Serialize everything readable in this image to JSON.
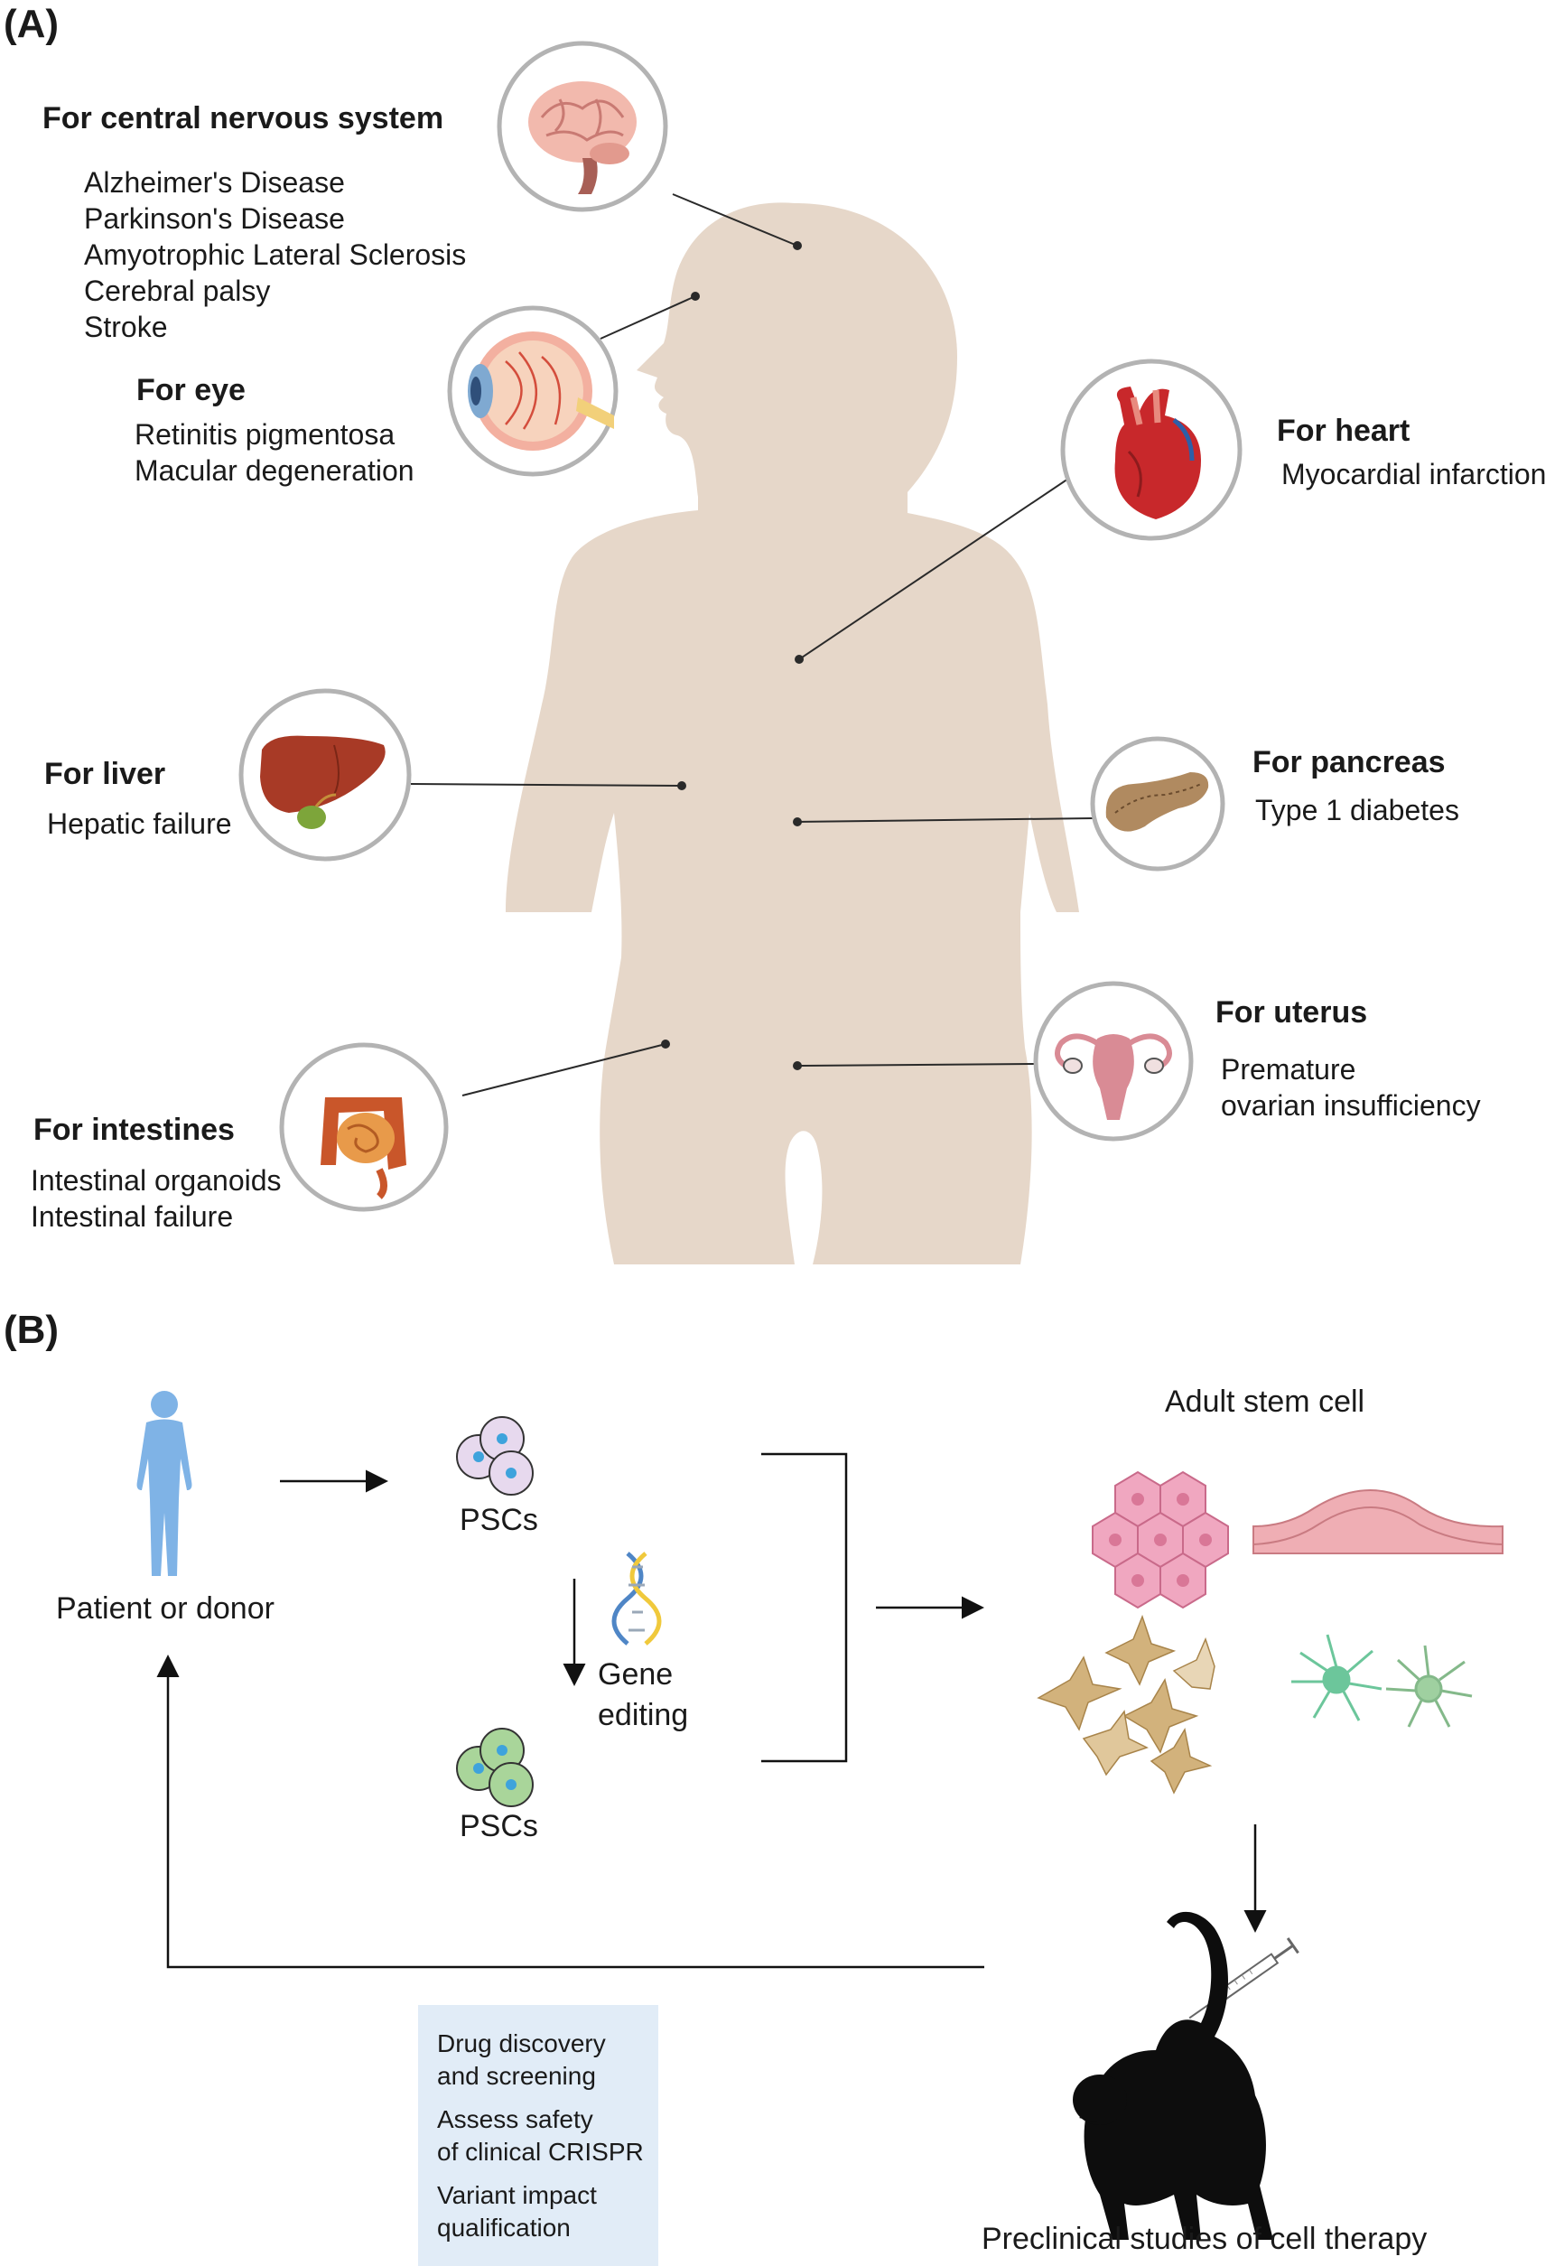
{
  "panel_a": {
    "label": "(A)",
    "organs": {
      "cns": {
        "heading": "For central nervous system",
        "icon": "brain-icon",
        "conditions": [
          "Alzheimer's Disease",
          "Parkinson's Disease",
          "Amyotrophic Lateral Sclerosis",
          "Cerebral palsy",
          "Stroke"
        ]
      },
      "eye": {
        "heading": "For eye",
        "icon": "eye-icon",
        "conditions": [
          "Retinitis pigmentosa",
          "Macular degeneration"
        ]
      },
      "heart": {
        "heading": "For heart",
        "icon": "heart-icon",
        "conditions": [
          "Myocardial infarction"
        ]
      },
      "liver": {
        "heading": "For liver",
        "icon": "liver-icon",
        "conditions": [
          "Hepatic failure"
        ]
      },
      "pancreas": {
        "heading": "For pancreas",
        "icon": "pancreas-icon",
        "conditions": [
          "Type 1 diabetes"
        ]
      },
      "uterus": {
        "heading": "For uterus",
        "icon": "uterus-icon",
        "conditions": [
          "Premature",
          "ovarian insufficiency"
        ]
      },
      "intestines": {
        "heading": "For intestines",
        "icon": "intestines-icon",
        "conditions": [
          "Intestinal organoids",
          "Intestinal failure"
        ]
      }
    }
  },
  "panel_b": {
    "label": "(B)",
    "patient_label": "Patient or donor",
    "pscs_top_label": "PSCs",
    "gene_editing": [
      "Gene",
      "editing"
    ],
    "pscs_bottom_label": "PSCs",
    "adult_stem_cell_label": "Adult stem cell",
    "applications": [
      "Drug discovery",
      "and screening",
      "Assess safety",
      "of clinical CRISPR",
      "Variant impact",
      "qualification"
    ],
    "preclinical_label": "Preclinical studies of cell therapy"
  },
  "colors": {
    "body_silhouette": "#e6d7c9",
    "circle_border": "#b3b3b3",
    "human_figure": "#7fb3e6",
    "psc_purple": "#e7d9ee",
    "psc_green": "#a9d59a",
    "nucleus": "#3ea3dc",
    "hex_cells": "#f0a7c0",
    "epithelium": "#efaeb4",
    "fibroblasts": "#d2b27c",
    "neural_cells": "#6cc69b",
    "app_box": "#e1ecf7",
    "monkey": "#0d0d0d"
  }
}
